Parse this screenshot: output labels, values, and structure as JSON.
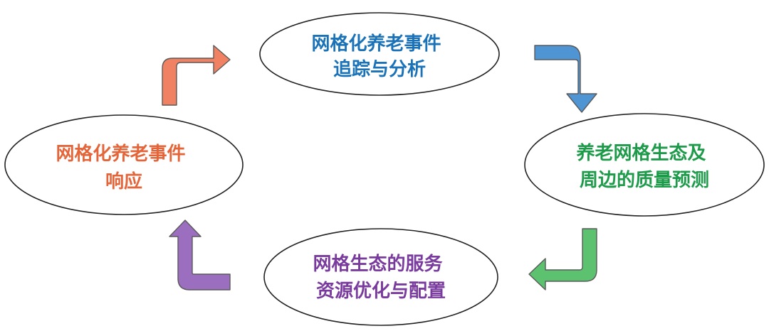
{
  "nodes": [
    {
      "id": "tracking",
      "lines": [
        "网格化养老事件",
        "追踪与分析"
      ],
      "color": "#1a72b8"
    },
    {
      "id": "prediction",
      "lines": [
        "养老网格生态及",
        "周边的质量预测"
      ],
      "color": "#1e9b4a"
    },
    {
      "id": "optimization",
      "lines": [
        "网格生态的服务",
        "资源优化与配置"
      ],
      "color": "#7a3b9e"
    },
    {
      "id": "response",
      "lines": [
        "网格化养老事件",
        "响应"
      ],
      "color": "#e5653a"
    }
  ],
  "arrows": [
    {
      "from": "response",
      "to": "tracking",
      "color": "#f08263"
    },
    {
      "from": "tracking",
      "to": "prediction",
      "color": "#4f95d4"
    },
    {
      "from": "prediction",
      "to": "optimization",
      "color": "#5cc270"
    },
    {
      "from": "optimization",
      "to": "response",
      "color": "#9b6ec0"
    }
  ],
  "style": {
    "ellipse_stroke": "#222222",
    "ellipse_fill": "#ffffff",
    "arrow_stroke": "#5a5a5a"
  }
}
